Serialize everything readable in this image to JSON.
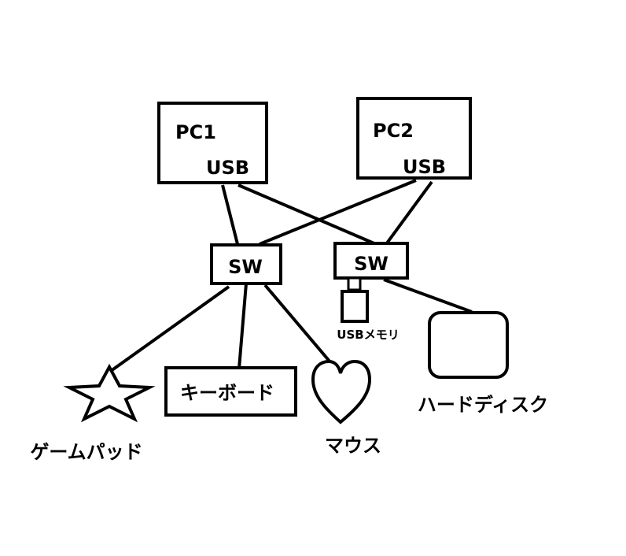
{
  "colors": {
    "background": "#ffffff",
    "stroke": "#000000"
  },
  "pc1": {
    "title": "PC1",
    "port": "USB"
  },
  "pc2": {
    "title": "PC2",
    "port": "USB"
  },
  "switch_left": {
    "label": "SW"
  },
  "switch_right": {
    "label": "SW"
  },
  "usb_memory": {
    "label": "USBメモリ"
  },
  "gamepad": {
    "label": "ゲームパッド",
    "icon": "star-icon"
  },
  "keyboard": {
    "label": "キーボード"
  },
  "mouse": {
    "label": "マウス",
    "icon": "heart-icon"
  },
  "hard_disk": {
    "label": "ハードディスク",
    "icon": "rounded-square-icon"
  }
}
